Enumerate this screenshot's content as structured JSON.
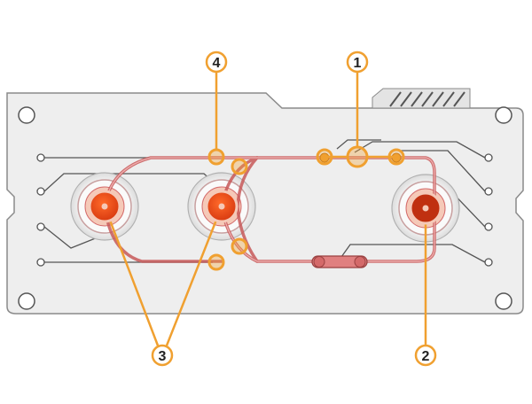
{
  "colors": {
    "plate_fill": "#eeeeee",
    "plate_stroke": "#888888",
    "channel_red": "#d46a6a",
    "electrode_orange": "#e8501a",
    "electrode_ring": "#f5c9b8",
    "callout_orange": "#f0a030",
    "trace_dark": "#444444"
  },
  "callouts": [
    {
      "id": "c1",
      "label": "1"
    },
    {
      "id": "c2",
      "label": "2"
    },
    {
      "id": "c3",
      "label": "3"
    },
    {
      "id": "c4",
      "label": "4"
    }
  ],
  "icons": [
    "mounting-hole-icon",
    "electrode-icon",
    "contact-pad-icon",
    "valve-icon"
  ]
}
